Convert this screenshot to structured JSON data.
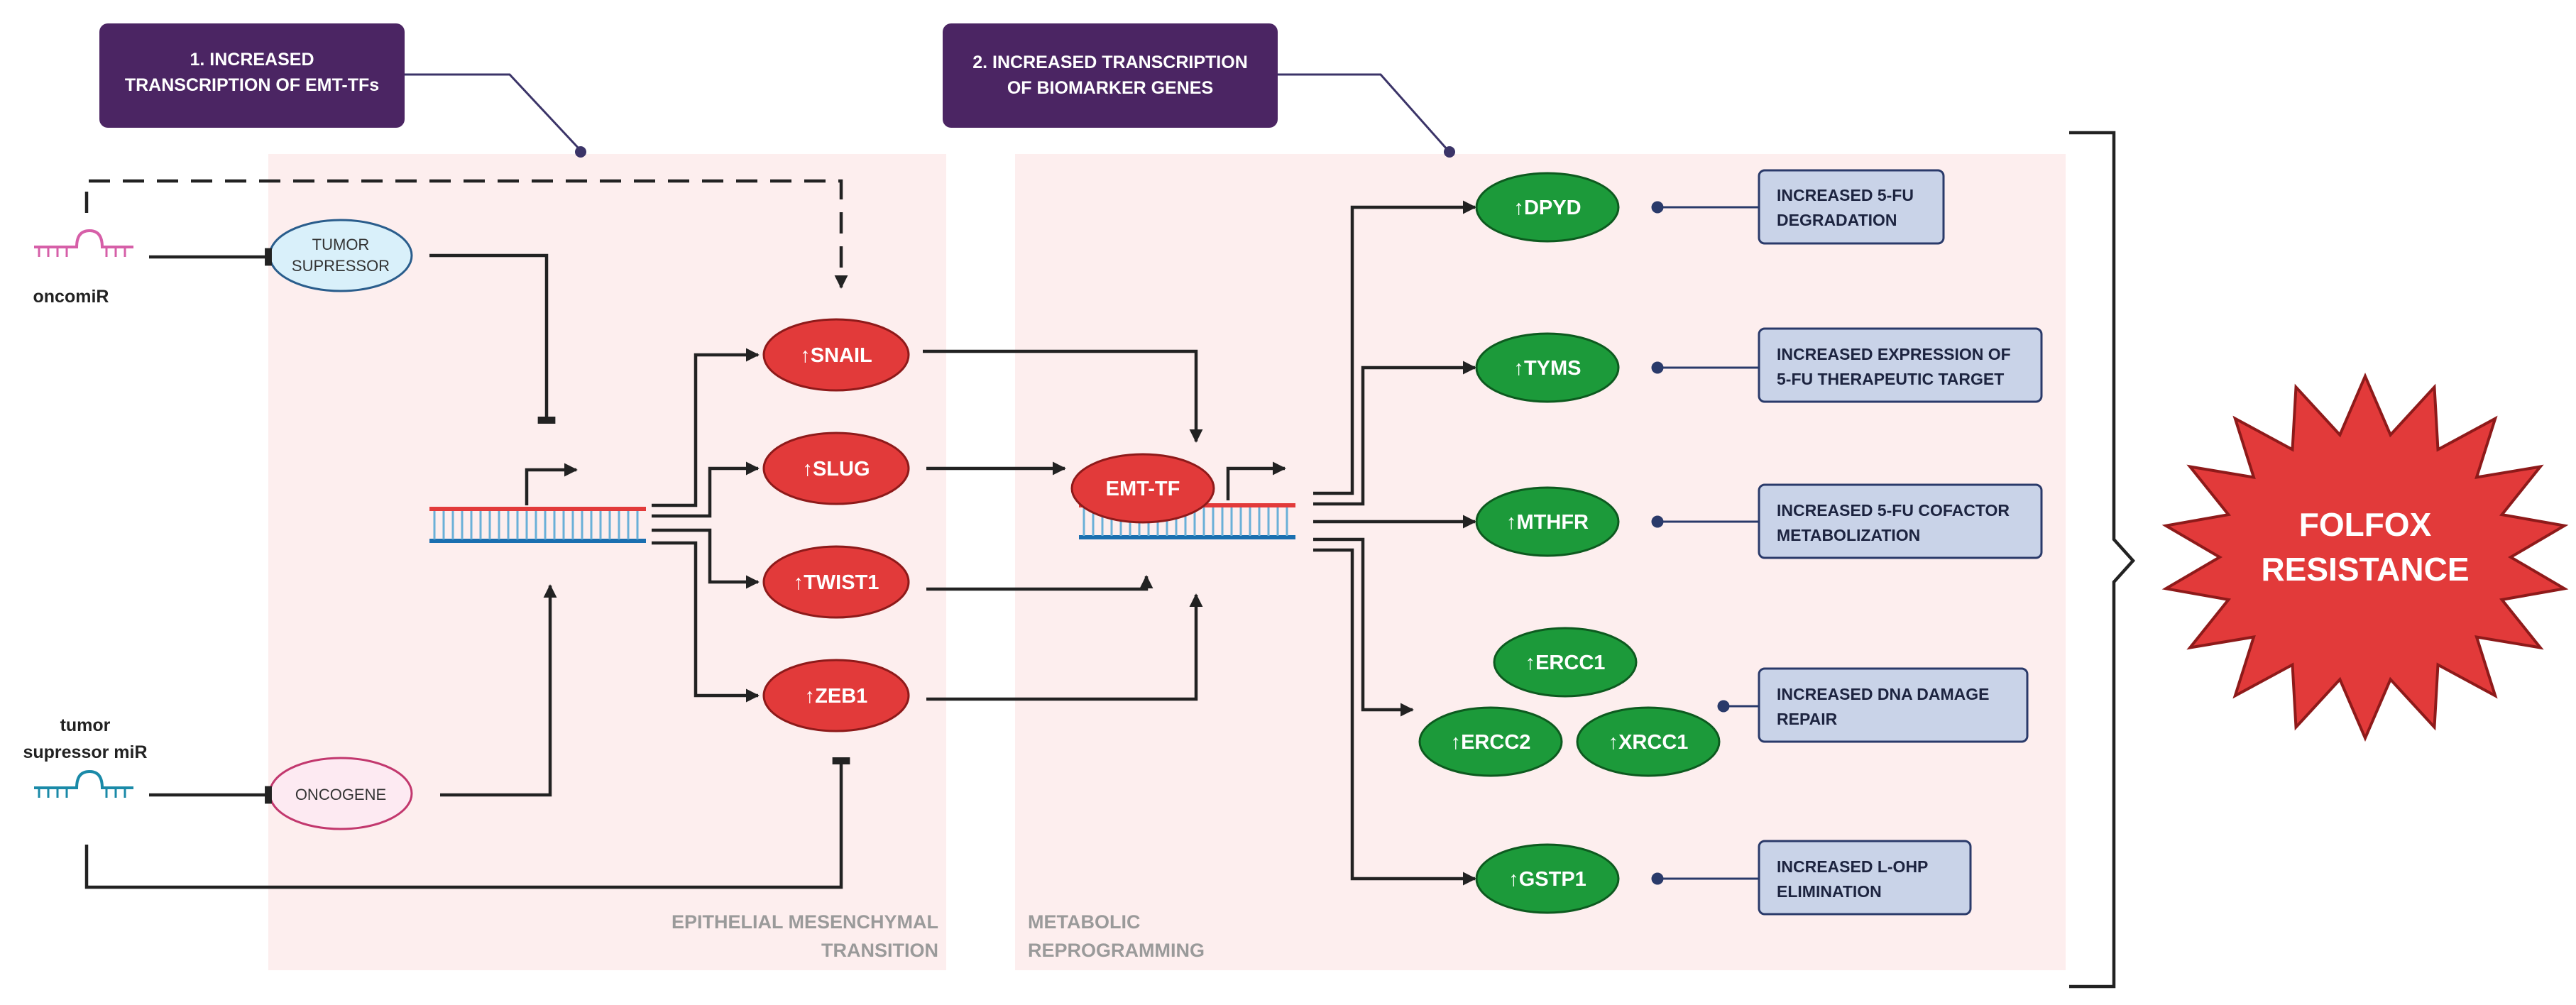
{
  "callouts": {
    "emt_line1": "1. INCREASED",
    "emt_line2": "TRANSCRIPTION OF EMT-TFs",
    "bio_line1": "2. INCREASED TRANSCRIPTION",
    "bio_line2": "OF BIOMARKER GENES"
  },
  "regions": {
    "emt_line1": "EPITHELIAL MESENCHYMAL",
    "emt_line2": "TRANSITION",
    "met_line1": "METABOLIC",
    "met_line2": "REPROGRAMMING"
  },
  "mirnas": {
    "oncomir": "oncomiR",
    "tumor_sup_line1": "tumor",
    "tumor_sup_line2": "supressor miR"
  },
  "genes": {
    "tumor_supressor_line1": "TUMOR",
    "tumor_supressor_line2": "SUPRESSOR",
    "oncogene": "ONCOGENE"
  },
  "emt_tfs": {
    "snail": "↑SNAIL",
    "slug": "↑SLUG",
    "twist1": "↑TWIST1",
    "zeb1": "↑ZEB1",
    "emt_tf": "EMT-TF"
  },
  "biomarkers": {
    "dpyd": "↑DPYD",
    "tyms": "↑TYMS",
    "mthfr": "↑MTHFR",
    "ercc1": "↑ERCC1",
    "ercc2": "↑ERCC2",
    "xrcc1": "↑XRCC1",
    "gstp1": "↑GSTP1"
  },
  "effects": {
    "dpyd_line1": "INCREASED 5-FU",
    "dpyd_line2": "DEGRADATION",
    "tyms_line1": "INCREASED EXPRESSION OF",
    "tyms_line2": "5-FU THERAPEUTIC TARGET",
    "mthfr_line1": "INCREASED 5-FU COFACTOR",
    "mthfr_line2": "METABOLIZATION",
    "dna_line1": "INCREASED DNA DAMAGE",
    "dna_line2": "REPAIR",
    "gstp1_line1": "INCREASED L-OHP",
    "gstp1_line2": "ELIMINATION"
  },
  "outcome": {
    "line1": "FOLFOX",
    "line2": "RESISTANCE"
  },
  "colors": {
    "callout": "#4b2563",
    "red_node": "#e23a3a",
    "green_node": "#1c9a3a",
    "effect_box": "#c9d3e8",
    "burst": "#e23a3a",
    "region": "#fdeeee"
  }
}
